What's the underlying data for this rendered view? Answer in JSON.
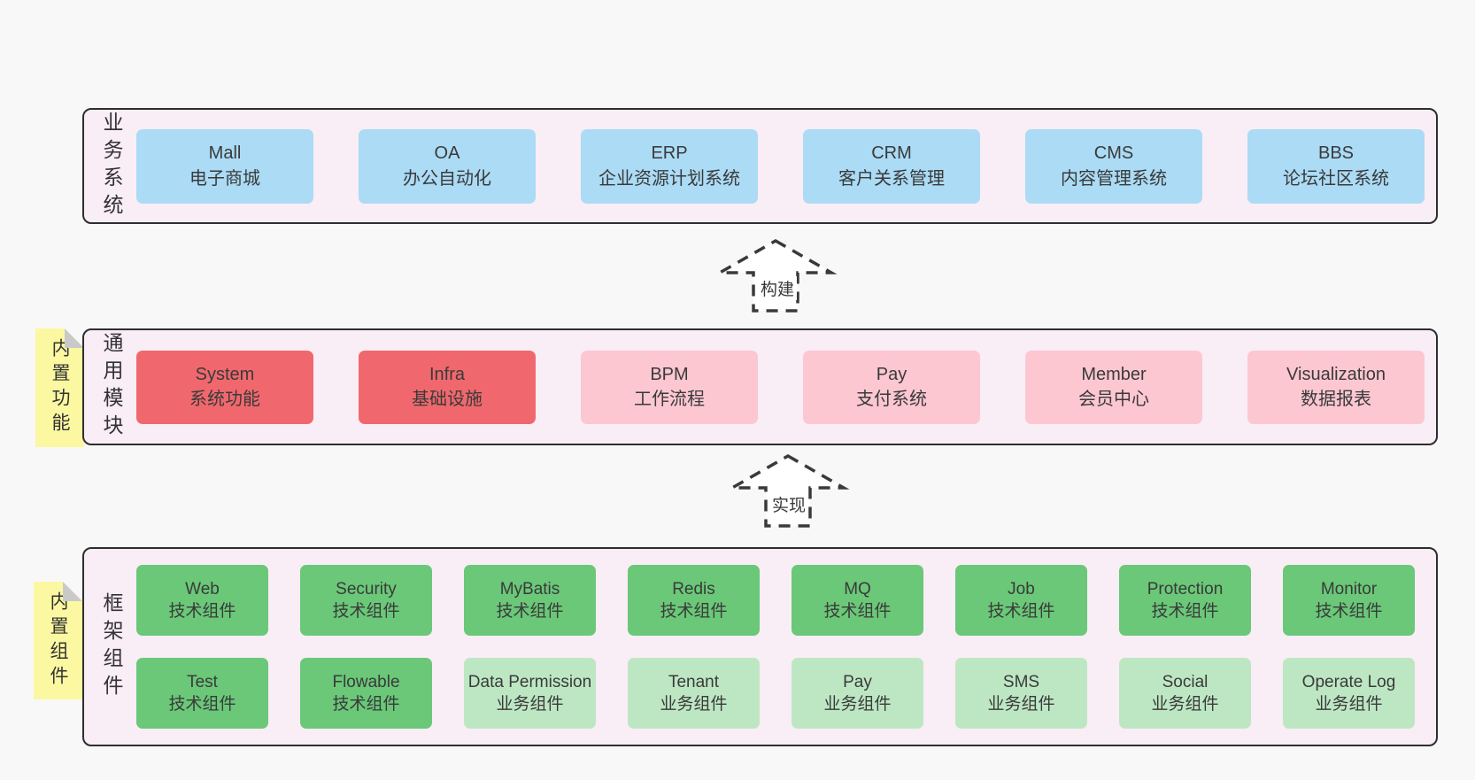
{
  "palette": {
    "page_background": "#f8f8f8",
    "band_background": "#f9edf6",
    "band_border": "#2e2e2e",
    "box_blue": "#abdbf5",
    "box_red": "#f0686d",
    "box_pink": "#fcc7d1",
    "box_green": "#6ac878",
    "box_green_light": "#bde7c3",
    "sticky_yellow": "#fbf8a1",
    "sticky_fold_gray": "#c9c9c9",
    "text": "#3a3a3a"
  },
  "business": {
    "label": "业务系统",
    "boxes": [
      {
        "en": "Mall",
        "zh": "电子商城"
      },
      {
        "en": "OA",
        "zh": "办公自动化"
      },
      {
        "en": "ERP",
        "zh": "企业资源计划系统"
      },
      {
        "en": "CRM",
        "zh": "客户关系管理"
      },
      {
        "en": "CMS",
        "zh": "内容管理系统"
      },
      {
        "en": "BBS",
        "zh": "论坛社区系统"
      }
    ]
  },
  "arrows": {
    "build": "构建",
    "implement": "实现"
  },
  "modules": {
    "sticky": "内置功能",
    "label": "通用模块",
    "boxes": [
      {
        "en": "System",
        "zh": "系统功能"
      },
      {
        "en": "Infra",
        "zh": "基础设施"
      },
      {
        "en": "BPM",
        "zh": "工作流程"
      },
      {
        "en": "Pay",
        "zh": "支付系统"
      },
      {
        "en": "Member",
        "zh": "会员中心"
      },
      {
        "en": "Visualization",
        "zh": "数据报表"
      }
    ]
  },
  "components": {
    "sticky": "内置组件",
    "label": "框架组件",
    "row1": [
      {
        "en": "Web",
        "zh": "技术组件"
      },
      {
        "en": "Security",
        "zh": "技术组件"
      },
      {
        "en": "MyBatis",
        "zh": "技术组件"
      },
      {
        "en": "Redis",
        "zh": "技术组件"
      },
      {
        "en": "MQ",
        "zh": "技术组件"
      },
      {
        "en": "Job",
        "zh": "技术组件"
      },
      {
        "en": "Protection",
        "zh": "技术组件"
      },
      {
        "en": "Monitor",
        "zh": "技术组件"
      }
    ],
    "row2": [
      {
        "en": "Test",
        "zh": "技术组件"
      },
      {
        "en": "Flowable",
        "zh": "技术组件"
      },
      {
        "en": "Data Permission",
        "zh": "业务组件"
      },
      {
        "en": "Tenant",
        "zh": "业务组件"
      },
      {
        "en": "Pay",
        "zh": "业务组件"
      },
      {
        "en": "SMS",
        "zh": "业务组件"
      },
      {
        "en": "Social",
        "zh": "业务组件"
      },
      {
        "en": "Operate Log",
        "zh": "业务组件"
      }
    ]
  }
}
